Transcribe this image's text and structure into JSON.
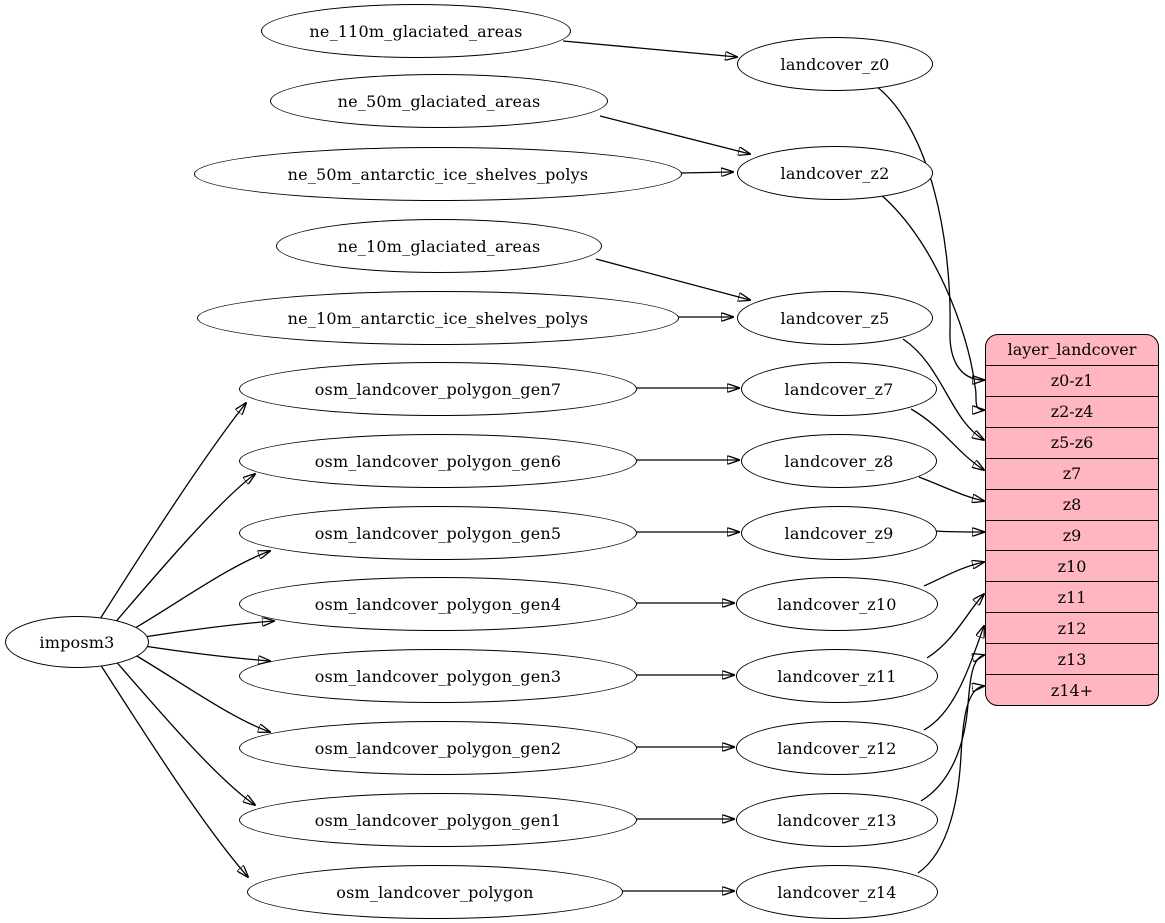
{
  "diagram": {
    "type": "graphviz-dependency-graph",
    "background": "#ffffff",
    "node_fill": "#ffffff",
    "edge_color": "#000000",
    "nodes": {
      "imposm3": "imposm3",
      "ne_110m_glaciated_areas": "ne_110m_glaciated_areas",
      "ne_50m_glaciated_areas": "ne_50m_glaciated_areas",
      "ne_50m_antarctic_ice_shelves_polys": "ne_50m_antarctic_ice_shelves_polys",
      "ne_10m_glaciated_areas": "ne_10m_glaciated_areas",
      "ne_10m_antarctic_ice_shelves_polys": "ne_10m_antarctic_ice_shelves_polys",
      "osm_landcover_polygon_gen7": "osm_landcover_polygon_gen7",
      "osm_landcover_polygon_gen6": "osm_landcover_polygon_gen6",
      "osm_landcover_polygon_gen5": "osm_landcover_polygon_gen5",
      "osm_landcover_polygon_gen4": "osm_landcover_polygon_gen4",
      "osm_landcover_polygon_gen3": "osm_landcover_polygon_gen3",
      "osm_landcover_polygon_gen2": "osm_landcover_polygon_gen2",
      "osm_landcover_polygon_gen1": "osm_landcover_polygon_gen1",
      "osm_landcover_polygon": "osm_landcover_polygon",
      "landcover_z0": "landcover_z0",
      "landcover_z2": "landcover_z2",
      "landcover_z5": "landcover_z5",
      "landcover_z7": "landcover_z7",
      "landcover_z8": "landcover_z8",
      "landcover_z9": "landcover_z9",
      "landcover_z10": "landcover_z10",
      "landcover_z11": "landcover_z11",
      "landcover_z12": "landcover_z12",
      "landcover_z13": "landcover_z13",
      "landcover_z14": "landcover_z14"
    },
    "record": {
      "title": "layer_landcover",
      "fill": "#ffb6c1",
      "rows": [
        "z0-z1",
        "z2-z4",
        "z5-z6",
        "z7",
        "z8",
        "z9",
        "z10",
        "z11",
        "z12",
        "z13",
        "z14+"
      ]
    },
    "edges": [
      {
        "from": "ne_110m_glaciated_areas",
        "to": "landcover_z0"
      },
      {
        "from": "ne_50m_glaciated_areas",
        "to": "landcover_z2"
      },
      {
        "from": "ne_50m_antarctic_ice_shelves_polys",
        "to": "landcover_z2"
      },
      {
        "from": "ne_10m_glaciated_areas",
        "to": "landcover_z5"
      },
      {
        "from": "ne_10m_antarctic_ice_shelves_polys",
        "to": "landcover_z5"
      },
      {
        "from": "imposm3",
        "to": "osm_landcover_polygon_gen7"
      },
      {
        "from": "imposm3",
        "to": "osm_landcover_polygon_gen6"
      },
      {
        "from": "imposm3",
        "to": "osm_landcover_polygon_gen5"
      },
      {
        "from": "imposm3",
        "to": "osm_landcover_polygon_gen4"
      },
      {
        "from": "imposm3",
        "to": "osm_landcover_polygon_gen3"
      },
      {
        "from": "imposm3",
        "to": "osm_landcover_polygon_gen2"
      },
      {
        "from": "imposm3",
        "to": "osm_landcover_polygon_gen1"
      },
      {
        "from": "imposm3",
        "to": "osm_landcover_polygon"
      },
      {
        "from": "osm_landcover_polygon_gen7",
        "to": "landcover_z7"
      },
      {
        "from": "osm_landcover_polygon_gen6",
        "to": "landcover_z8"
      },
      {
        "from": "osm_landcover_polygon_gen5",
        "to": "landcover_z9"
      },
      {
        "from": "osm_landcover_polygon_gen4",
        "to": "landcover_z10"
      },
      {
        "from": "osm_landcover_polygon_gen3",
        "to": "landcover_z11"
      },
      {
        "from": "osm_landcover_polygon_gen2",
        "to": "landcover_z12"
      },
      {
        "from": "osm_landcover_polygon_gen1",
        "to": "landcover_z13"
      },
      {
        "from": "osm_landcover_polygon",
        "to": "landcover_z14"
      },
      {
        "from": "landcover_z0",
        "to": "layer_landcover:z0-z1"
      },
      {
        "from": "landcover_z2",
        "to": "layer_landcover:z2-z4"
      },
      {
        "from": "landcover_z5",
        "to": "layer_landcover:z5-z6"
      },
      {
        "from": "landcover_z7",
        "to": "layer_landcover:z7"
      },
      {
        "from": "landcover_z8",
        "to": "layer_landcover:z8"
      },
      {
        "from": "landcover_z9",
        "to": "layer_landcover:z9"
      },
      {
        "from": "landcover_z10",
        "to": "layer_landcover:z10"
      },
      {
        "from": "landcover_z11",
        "to": "layer_landcover:z11"
      },
      {
        "from": "landcover_z12",
        "to": "layer_landcover:z12"
      },
      {
        "from": "landcover_z13",
        "to": "layer_landcover:z13"
      },
      {
        "from": "landcover_z14",
        "to": "layer_landcover:z14+"
      }
    ]
  }
}
